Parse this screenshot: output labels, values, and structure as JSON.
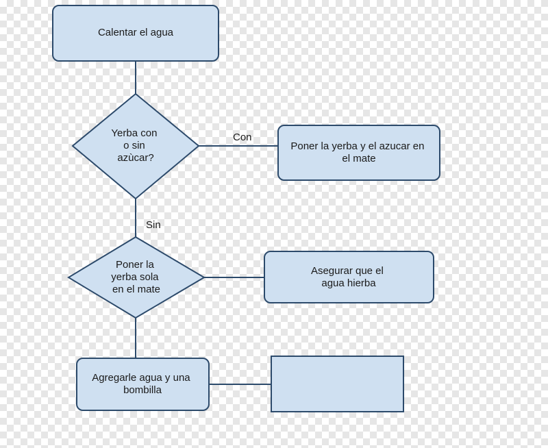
{
  "nodes": {
    "calentar": {
      "lines": [
        "Calentar el agua"
      ]
    },
    "decision_yerba": {
      "lines": [
        "Yerba con",
        "o sin",
        "azùcar?"
      ]
    },
    "poner_azucar": {
      "lines": [
        "Poner la yerba y el azucar en",
        "el mate"
      ]
    },
    "poner_sola": {
      "lines": [
        "Poner la",
        "yerba sola",
        "en el mate"
      ]
    },
    "asegurar": {
      "lines": [
        "Asegurar que el",
        "agua hierba"
      ]
    },
    "agregar": {
      "lines": [
        "Agregarle agua y una",
        "bombilla"
      ]
    },
    "empty_box": {
      "lines": []
    }
  },
  "edges": {
    "con_label": "Con",
    "sin_label": "Sin"
  },
  "colors": {
    "node_fill": "#cfe0f1",
    "node_stroke": "#2c4a6b"
  }
}
